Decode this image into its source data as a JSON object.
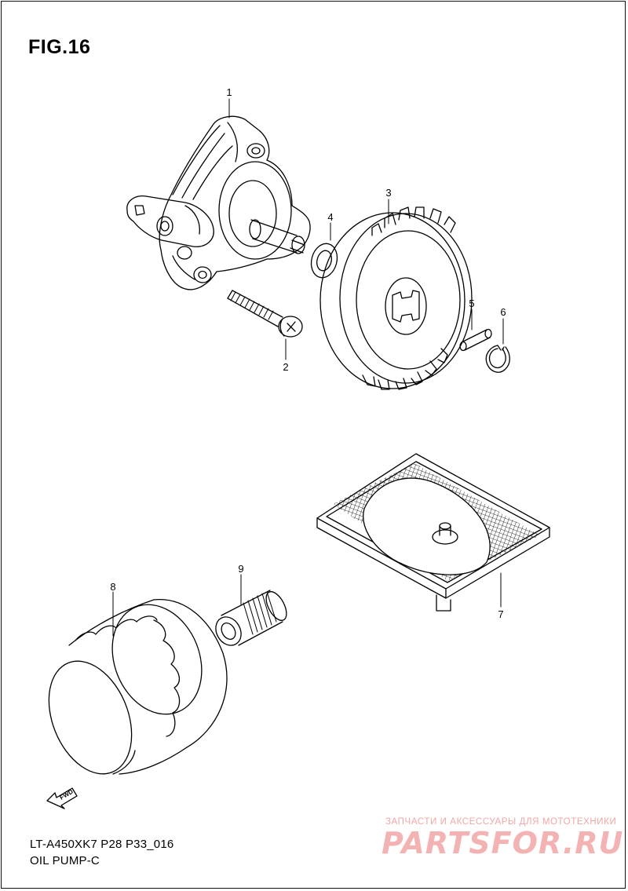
{
  "figure": {
    "title": "FIG.16"
  },
  "callouts": [
    "1",
    "2",
    "3",
    "4",
    "5",
    "6",
    "7",
    "8",
    "9"
  ],
  "parts": {
    "pump": "oil-pump-assembly",
    "screw": "pump-screw",
    "gear": "driven-gear",
    "washer": "washer",
    "pin": "pin",
    "circlip": "circlip",
    "strainer": "oil-strainer",
    "filter": "oil-filter",
    "union": "filter-union"
  },
  "fwd_label": "FWD",
  "footer": {
    "code": "LT-A450XK7 P28 P33_016",
    "section": "OIL PUMP-C"
  },
  "watermark": {
    "tagline": "ЗАПЧАСТИ И АКСЕССУАРЫ ДЛЯ МОТОТЕХНИКИ",
    "logo": "PARTSFOR.RU",
    "color": "#f4b3b3"
  }
}
